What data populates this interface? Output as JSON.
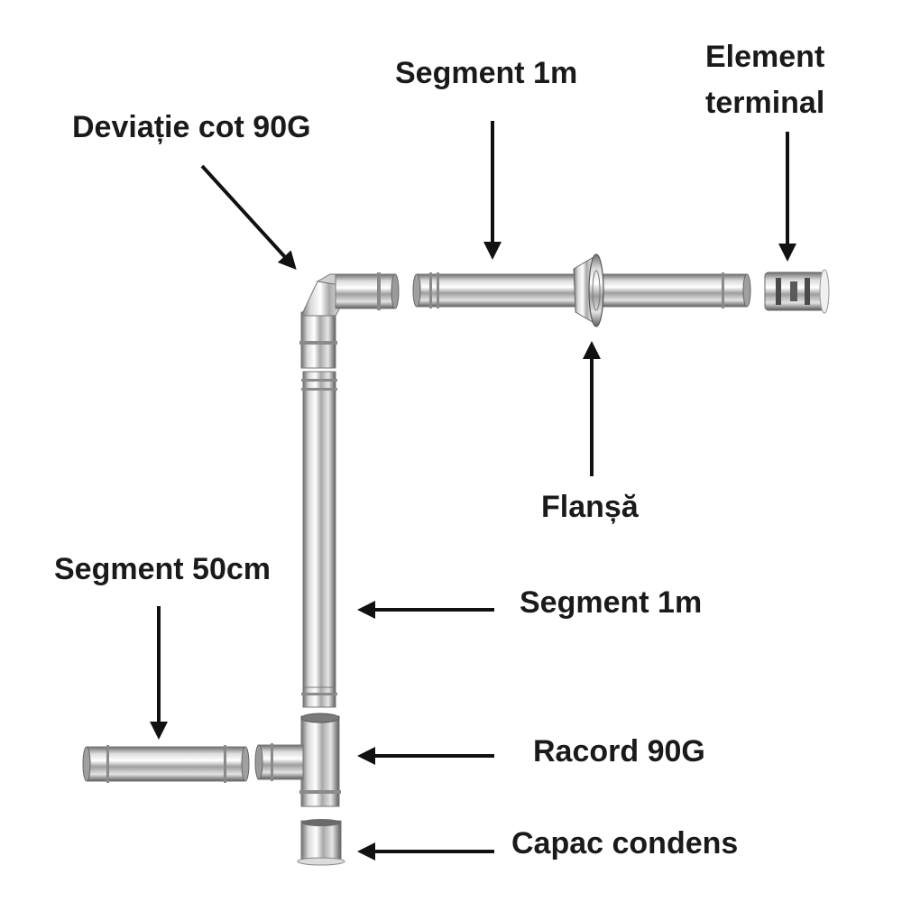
{
  "labels": {
    "deviatie_cot": "Deviație cot 90G",
    "segment_1m_top": "Segment 1m",
    "element_terminal_line1": "Element",
    "element_terminal_line2": "terminal",
    "flansa": "Flanșă",
    "segment_50cm": "Segment 50cm",
    "segment_1m_mid": "Segment 1m",
    "racord": "Racord 90G",
    "capac": "Capac condens"
  },
  "colors": {
    "text": "#1a1a1a",
    "arrow": "#111111",
    "steel_light": "#f2f2f2",
    "steel_mid": "#b8b8b8",
    "steel_dark": "#6e6e6e"
  }
}
